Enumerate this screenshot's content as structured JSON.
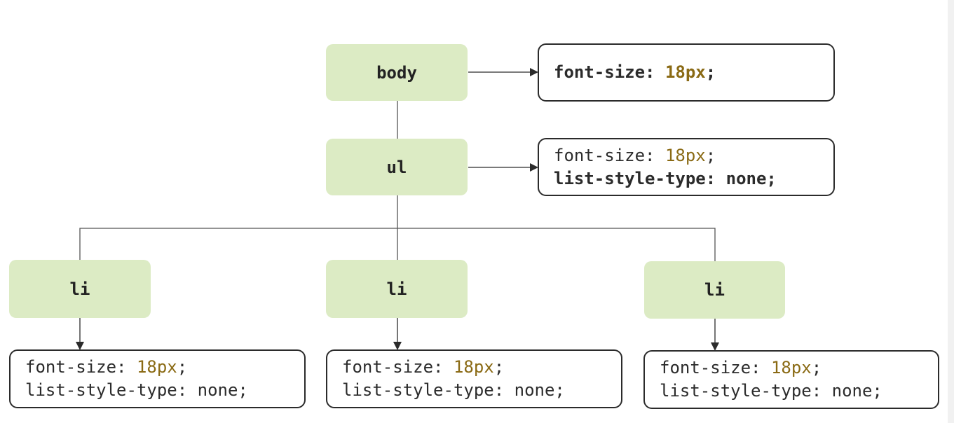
{
  "nodes": {
    "body": "body",
    "ul": "ul",
    "li_left": "li",
    "li_middle": "li",
    "li_right": "li"
  },
  "decls": {
    "body": {
      "prop": "font-size:",
      "value": "18px",
      "semi": ";"
    },
    "ul": {
      "inherited": {
        "prop": "font-size:",
        "value": "18px",
        "semi": ";"
      },
      "own": "list-style-type: none;"
    },
    "li_left": {
      "inherited1": {
        "prop": "font-size:",
        "value": "18px",
        "semi": ";"
      },
      "inherited2": "list-style-type: none;"
    },
    "li_middle": {
      "inherited1": {
        "prop": "font-size:",
        "value": "18px",
        "semi": ";"
      },
      "inherited2": "list-style-type: none;"
    },
    "li_right": {
      "inherited1": {
        "prop": "font-size:",
        "value": "18px",
        "semi": ";"
      },
      "inherited2": "list-style-type: none;"
    }
  },
  "colors": {
    "node_fill": "#dcebc4",
    "value_color": "#8a6a14",
    "line_color": "#2b2b2b"
  }
}
